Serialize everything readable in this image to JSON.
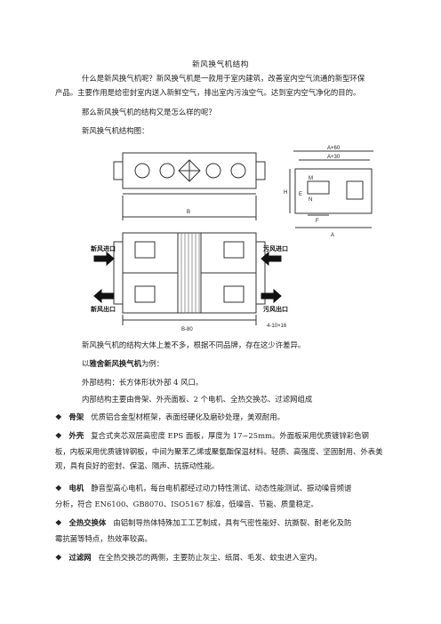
{
  "doc": {
    "title": "新风换气机结构",
    "para1_line1": "什么是新风换气机呢？新风换气机是一款用于室内建筑，改善室内空气流通的新型环保",
    "para1_line2": "产品。主要作用是给密封室内送入新鲜空气，排出室内污浊空气。达到室内空气净化的目的。",
    "para2": "那么新风换气机的结构又是怎么样的呢？",
    "para3": "新风换气机结构图：",
    "para4": "新风换气机的结构大体上差不多，根据不同品牌，存在这少许差异。",
    "para5_prefix": "以",
    "para5_brand": "雅舍新风换气机",
    "para5_suffix": "为例：",
    "para6": "外部结构：长方体形状外部 4 风口。",
    "para7": "内部结构主要由骨架、外壳面板、2 个电机、全热交换芯、过滤网组成",
    "items": [
      {
        "name": "骨架",
        "text1": "优质铝合金型材框架，表面经硬化及磨砂处理，美观耐用。",
        "text2": ""
      },
      {
        "name": "外壳",
        "text1": "复合式夹芯双层高密度 EPS 面板，厚度为 17~25mm。外面板采用优质镀锌彩色钢",
        "text2": "板，内板采用优质镀锌钢板，中间为聚苯乙烯或聚氨酯保温材料。轻质、高强度、坚固耐用、外表美观，具有良好的密封、保温、隔声、抗振动性能。"
      },
      {
        "name": "电机",
        "text1": "静音型高心电机，每台电机都经过动力特性测试、动态性能测试、振动噪音频谱",
        "text2": "分析，符合 EN6100、GB8070、ISO5167 标准，低噪音、节能、质量稳定。"
      },
      {
        "name": "全热交换体",
        "text1": "由铝制导热体特殊加工工艺制成，具有气密性能好、抗撕裂、耐老化及防",
        "text2": "霉抗菌等特点，热效率较高。"
      },
      {
        "name": "过滤网",
        "text1": "在全热交换芯的两侧，主要防止灰尘、纸屑、毛发、蚊虫进入室内。",
        "text2": ""
      }
    ],
    "bullet_symbol": "❖"
  },
  "diagram": {
    "labels": {
      "dim_b": "B",
      "dim_b80": "B-80",
      "dim_a60": "A+60",
      "dim_a30": "A+30",
      "dim_a": "A",
      "dim_f": "F",
      "dim_m": "M",
      "dim_n": "N",
      "dim_e": "E",
      "dim_h": "H",
      "dim_a10": "4-10×16",
      "fresh_in": "新风进口",
      "fresh_out": "新风出口",
      "exhaust_in": "污风进口",
      "exhaust_out": "污风出口"
    },
    "colors": {
      "line": "#333333",
      "fill": "#ffffff"
    }
  }
}
